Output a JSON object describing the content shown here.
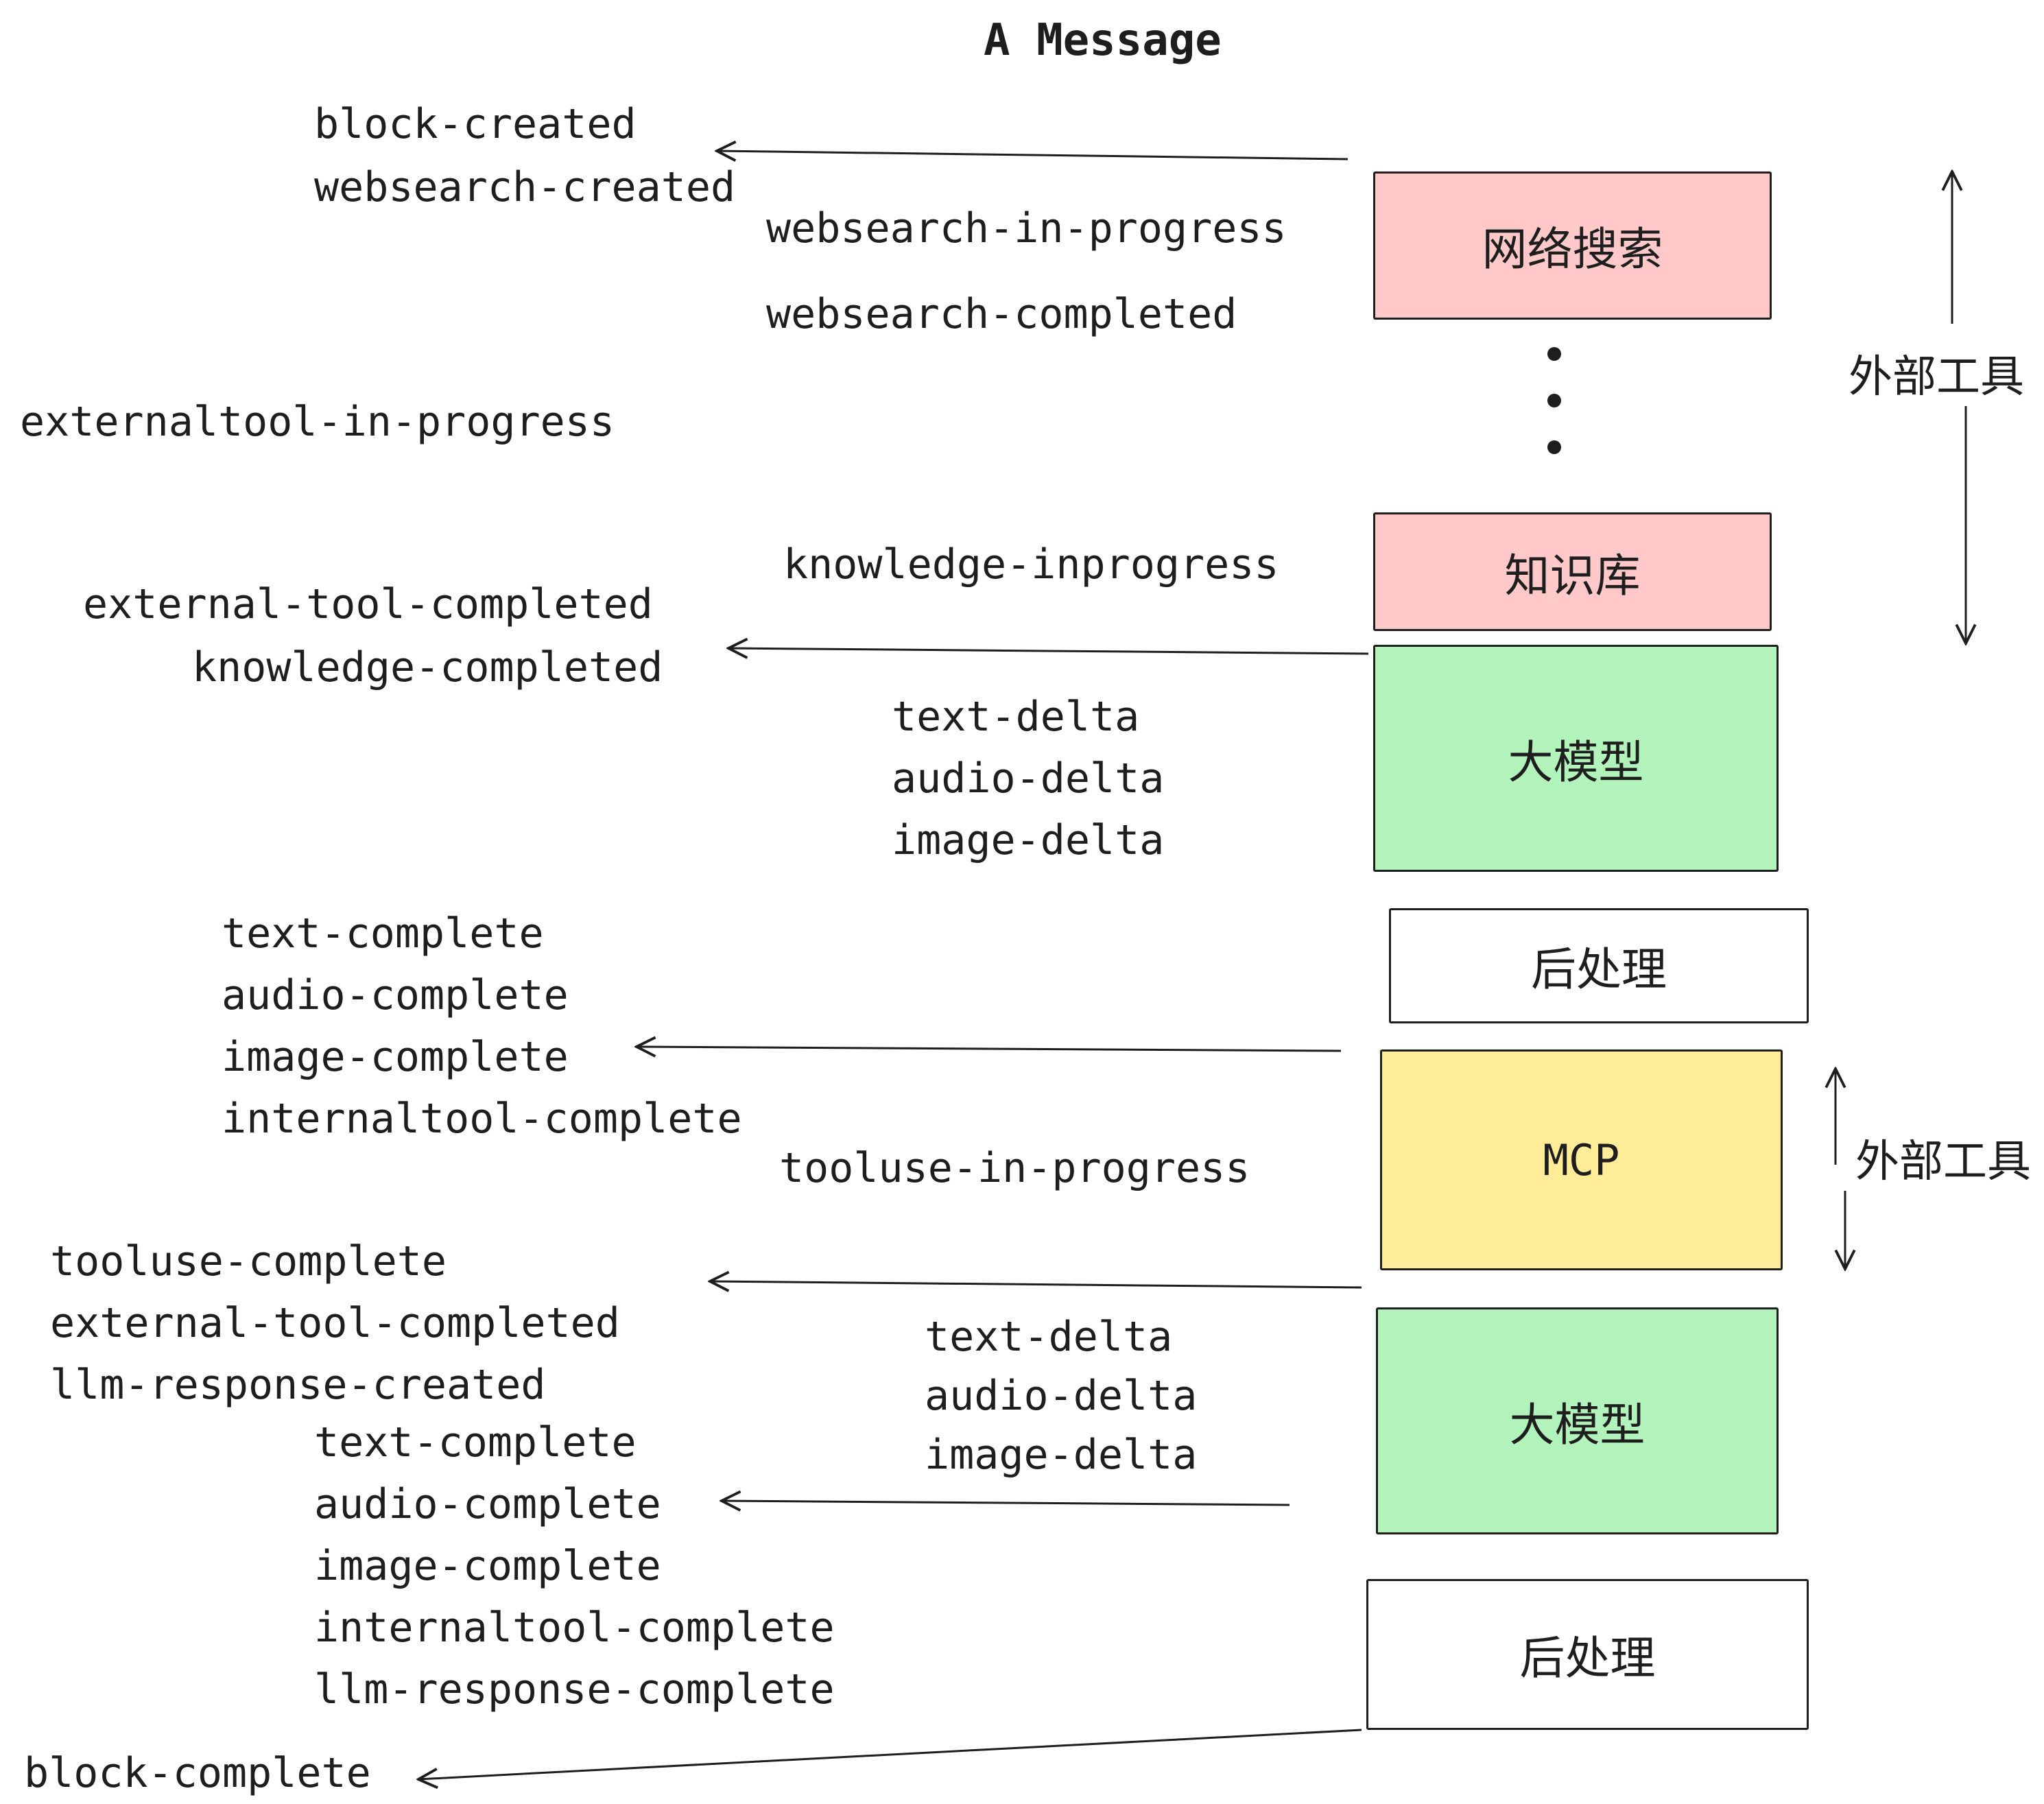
{
  "title": "A Message",
  "events": {
    "block_created": "block-created",
    "websearch_created": "websearch-created",
    "websearch_in_progress": "websearch-in-progress",
    "websearch_completed": "websearch-completed",
    "externaltool_in_progress": "externaltool-in-progress",
    "knowledge_inprogress": "knowledge-inprogress",
    "external_tool_completed": "external-tool-completed",
    "knowledge_completed": "knowledge-completed",
    "text_delta": "text-delta",
    "audio_delta": "audio-delta",
    "image_delta": "image-delta",
    "text_complete": "text-complete",
    "audio_complete": "audio-complete",
    "image_complete": "image-complete",
    "internaltool_complete": "internaltool-complete",
    "tooluse_in_progress": "tooluse-in-progress",
    "tooluse_complete": "tooluse-complete",
    "llm_response_created": "llm-response-created",
    "llm_response_complete": "llm-response-complete",
    "block_complete": "block-complete"
  },
  "pipeline_boxes": {
    "websearch": {
      "label": "网络搜索",
      "fill": "#ffc9c9"
    },
    "knowledge": {
      "label": "知识库",
      "fill": "#ffc9c9"
    },
    "llm_1": {
      "label": "大模型",
      "fill": "#b2f2bb"
    },
    "post_1": {
      "label": "后处理",
      "fill": "#ffffff"
    },
    "mcp": {
      "label": "MCP",
      "fill": "#ffec99"
    },
    "llm_2": {
      "label": "大模型",
      "fill": "#b2f2bb"
    },
    "post_2": {
      "label": "后处理",
      "fill": "#ffffff"
    }
  },
  "side_annotations": {
    "external_tools_top": "外部工具",
    "external_tools_mcp": "外部工具"
  },
  "colors": {
    "stroke": "#1e1e1e",
    "pink": "#ffc9c9",
    "green": "#b2f2bb",
    "yellow": "#ffec99",
    "white": "#ffffff"
  }
}
